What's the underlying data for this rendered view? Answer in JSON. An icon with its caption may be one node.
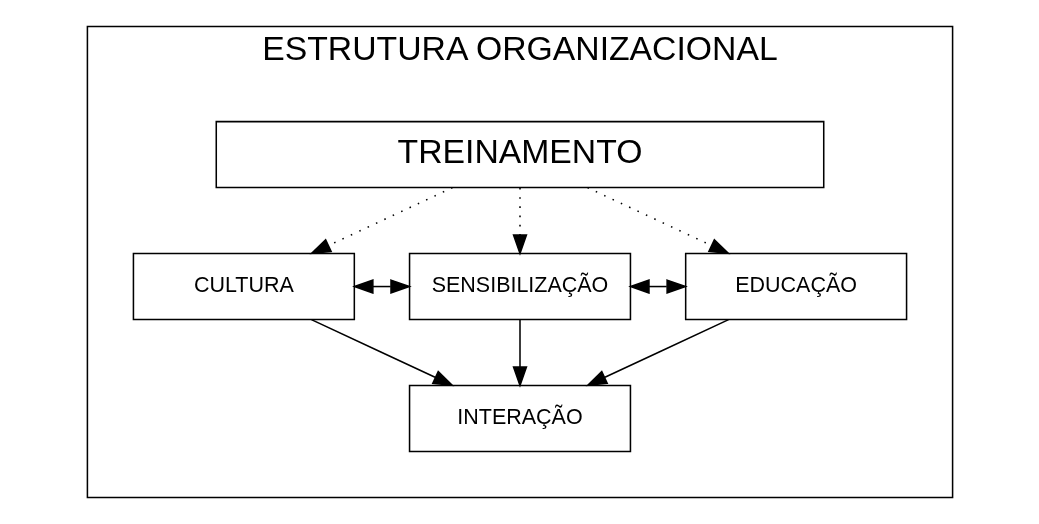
{
  "diagram": {
    "nodes": [
      {
        "text": [
          "ESTRUTURA ORGANIZACIONAL"
        ]
      },
      {
        "text": [
          "TREINAMENTO"
        ],
        "in": 0
      },
      {
        "text": [
          "CULTURA"
        ],
        "in": 0
      },
      {
        "text": [
          "SENSIBILIZAÇÃO"
        ],
        "in": 0
      },
      {
        "text": [
          "EDUCAÇÃO"
        ],
        "in": 0
      },
      {
        "text": [
          "INTERAÇÃO"
        ],
        "in": 0
      }
    ],
    "edges": [
      {
        "from": 1,
        "to": 2,
        "arrow": "to",
        "style": "dashed"
      },
      {
        "from": 1,
        "to": 3,
        "arrow": "to",
        "style": "dashed"
      },
      {
        "from": 1,
        "to": 4,
        "arrow": "to",
        "style": "dashed"
      },
      {
        "from": 2,
        "to": 3,
        "arrow": "both"
      },
      {
        "from": 3,
        "to": 4,
        "arrow": "both"
      },
      {
        "from": 2,
        "to": 5,
        "arrow": "to"
      },
      {
        "from": 3,
        "to": 5,
        "arrow": "to"
      },
      {
        "from": 4,
        "to": 5,
        "arrow": "to"
      }
    ]
  }
}
